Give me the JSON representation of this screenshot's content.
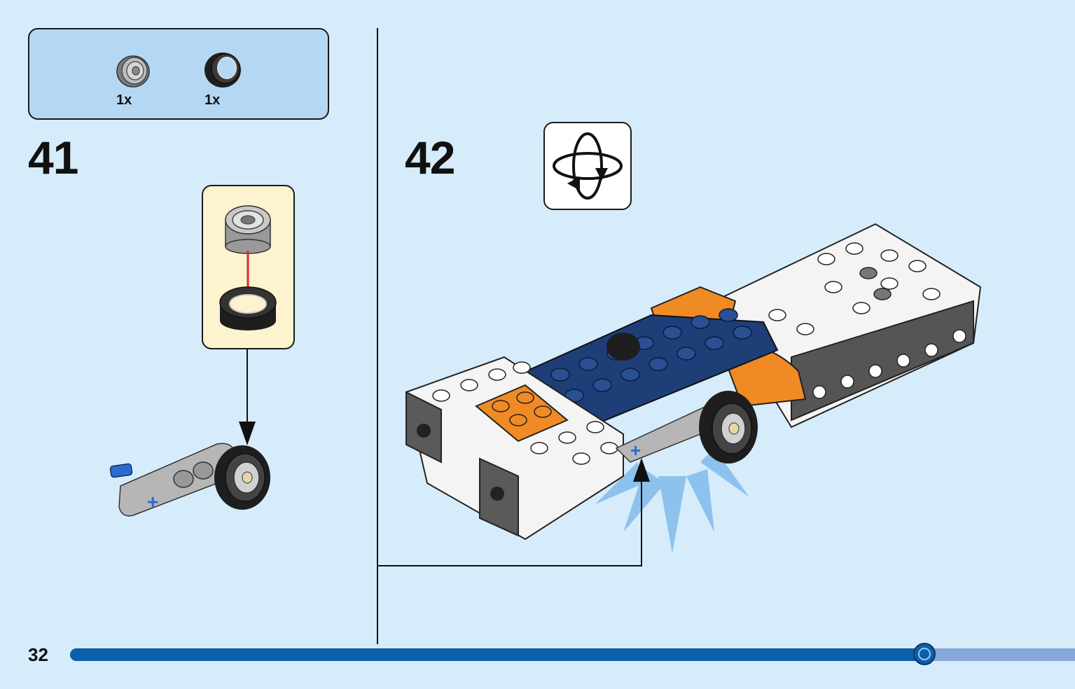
{
  "parts_list": {
    "items": [
      {
        "name": "rim",
        "count": "1x"
      },
      {
        "name": "tire",
        "count": "1x"
      }
    ]
  },
  "steps": [
    {
      "number": "41"
    },
    {
      "number": "42"
    }
  ],
  "rotate_icon": "rotate-model-icon",
  "page": {
    "number": "32",
    "progress_fraction": 0.85
  },
  "colors": {
    "background": "#d6ecfb",
    "parts_box": "#b4d8f4",
    "subassembly_box": "#fdf3cf",
    "progress_fill": "#0b5fab",
    "progress_track": "#86a8da",
    "arrow_red": "#e0262a"
  }
}
